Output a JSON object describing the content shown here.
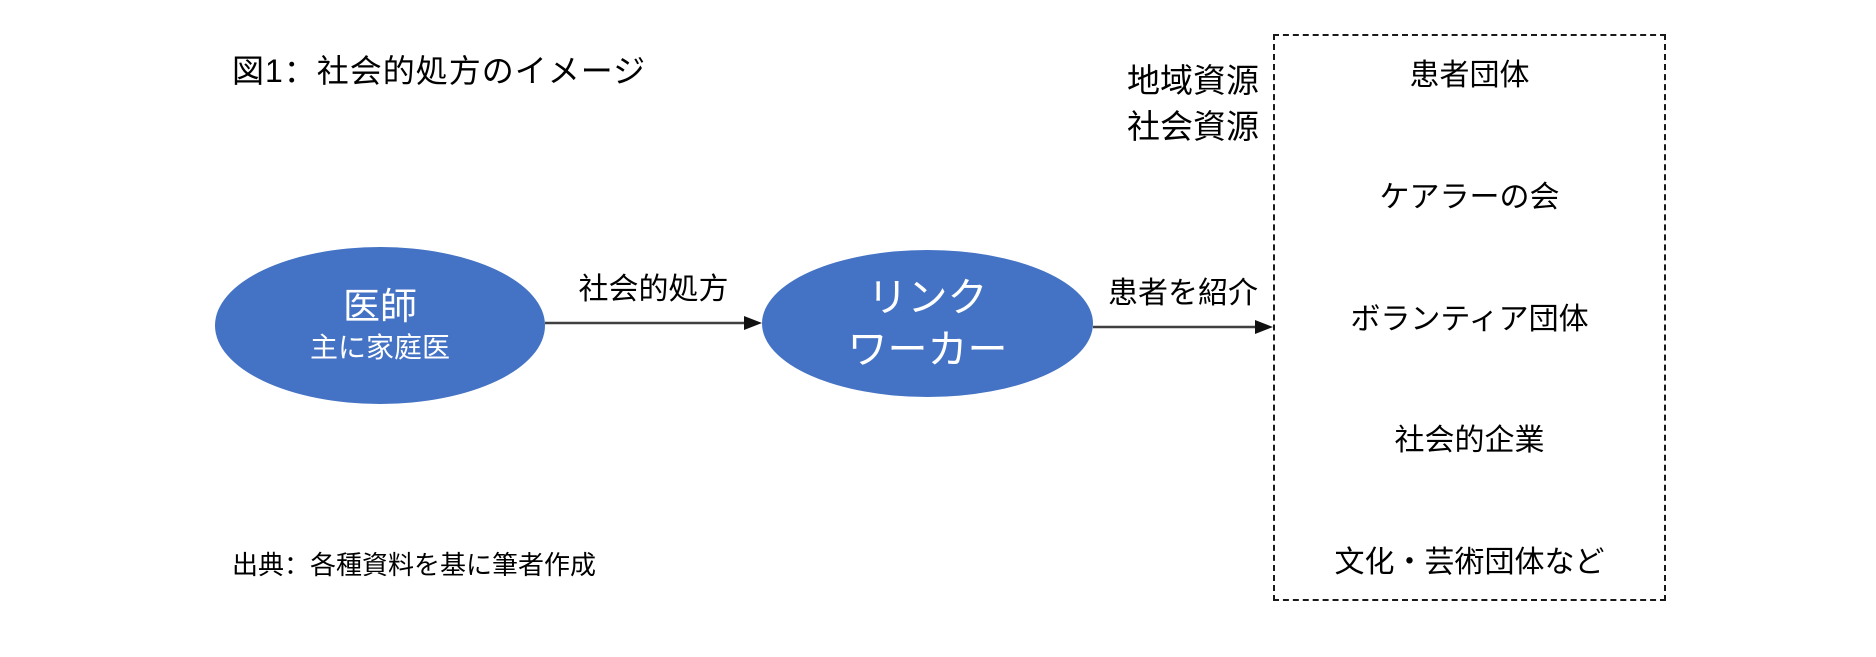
{
  "title": "図1：社会的処方のイメージ",
  "nodes": {
    "doctor": {
      "label": "医師",
      "sublabel": "主に家庭医"
    },
    "link_worker": {
      "label_line1": "リンク",
      "label_line2": "ワーカー"
    }
  },
  "arrows": {
    "prescription_label": "社会的処方",
    "referral_label": "患者を紹介"
  },
  "resources_box": {
    "caption_line1": "地域資源",
    "caption_line2": "社会資源",
    "items": [
      "患者団体",
      "ケアラーの会",
      "ボランティア団体",
      "社会的企業",
      "文化・芸術団体など"
    ]
  },
  "source": "出典：各種資料を基に筆者作成",
  "colors": {
    "node_fill": "#4472C4",
    "node_text": "#ffffff",
    "arrow": "#404040",
    "text": "#000000",
    "box_border": "#1a1a1a"
  }
}
